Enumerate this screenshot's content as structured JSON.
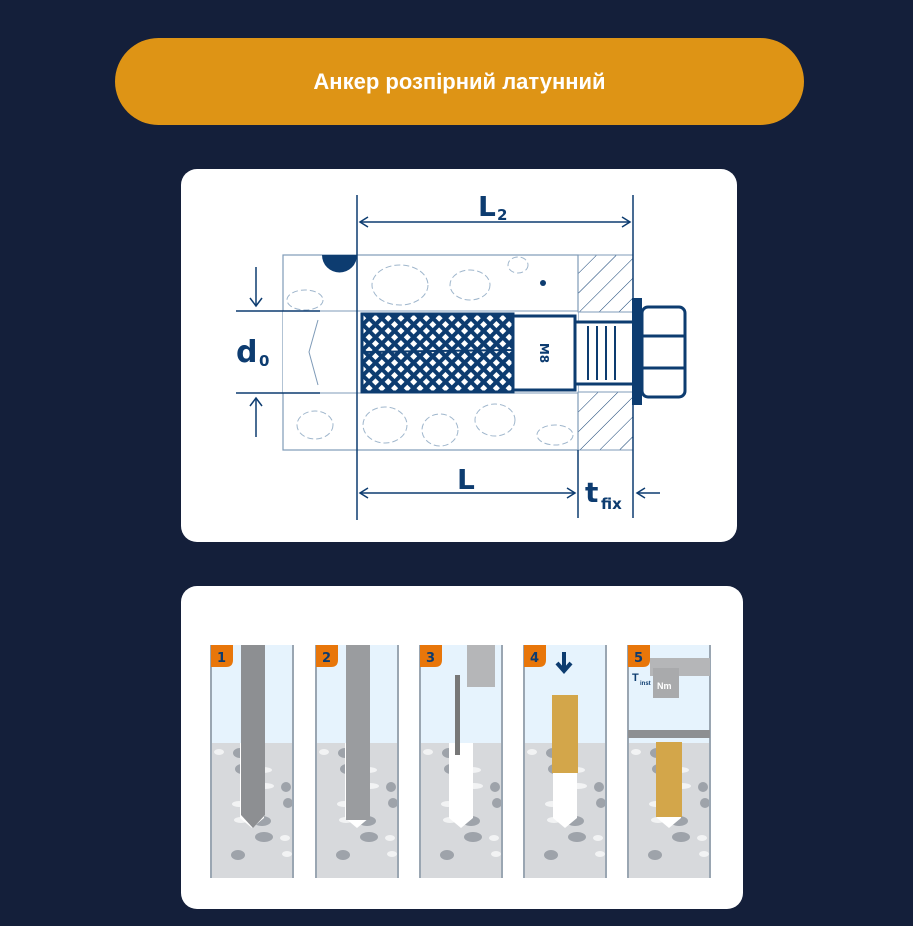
{
  "header": {
    "title": "Анкер розпірний латунний"
  },
  "dimension_diagram": {
    "labels": {
      "L2": "L",
      "L2_sub": "2",
      "d0": "d",
      "d0_sub": "0",
      "L": "L",
      "tfix": "t",
      "tfix_sub": "fix",
      "size": "M8"
    }
  },
  "installation_steps": {
    "steps": [
      {
        "number": "1"
      },
      {
        "number": "2"
      },
      {
        "number": "3"
      },
      {
        "number": "4"
      },
      {
        "number": "5",
        "torque_label": "T",
        "torque_sub": "inst",
        "wrench_label": "Nm"
      }
    ]
  },
  "colors": {
    "background": "#141f3a",
    "accent": "#de9415",
    "drawing": "#0d3c70",
    "badge": "#e8760a"
  }
}
